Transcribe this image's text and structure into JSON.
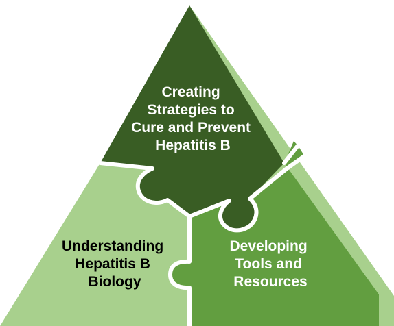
{
  "pieces": {
    "top": {
      "lines": [
        "Creating",
        "Strategies to",
        "Cure and Prevent",
        "Hepatitis B"
      ],
      "color": "#395d24"
    },
    "left": {
      "lines": [
        "Understanding",
        "Hepatitis B",
        "Biology"
      ],
      "color": "#a8d08d"
    },
    "right": {
      "lines": [
        "Developing",
        "Tools and",
        "Resources"
      ],
      "color": "#629e40"
    }
  },
  "colors": {
    "side_face": "#a8d08d",
    "seam": "#ffffff",
    "background": "#ffffff"
  }
}
